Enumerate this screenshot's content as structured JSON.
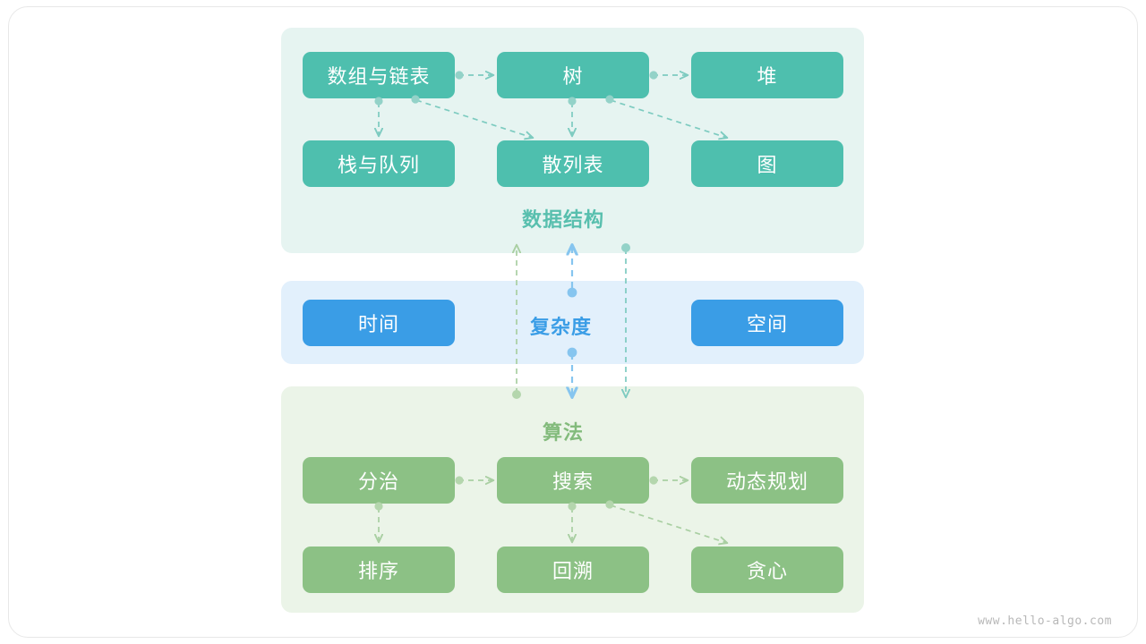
{
  "watermark": "www.hello-algo.com",
  "colors": {
    "teal_node": "#4ebfae",
    "blue_node": "#3a9de6",
    "green_node": "#8cc185",
    "teal_panel": "#e6f4f1",
    "blue_panel": "#e2f0fc",
    "green_panel": "#ebf4e8",
    "teal_title": "#58bfae",
    "blue_title": "#3a9de6",
    "green_title": "#83bb7c",
    "teal_edge": "#7dcbc0",
    "blue_edge": "#86c5ef",
    "green_edge": "#a9cfa2",
    "card_border": "#e8e8e8",
    "watermark_text": "#b8b8b8"
  },
  "sections": {
    "data_structure": {
      "title": "数据结构",
      "nodes": [
        {
          "id": "array-linkedlist",
          "label": "数组与链表"
        },
        {
          "id": "tree",
          "label": "树"
        },
        {
          "id": "heap",
          "label": "堆"
        },
        {
          "id": "stack-queue",
          "label": "栈与队列"
        },
        {
          "id": "hash-table",
          "label": "散列表"
        },
        {
          "id": "graph",
          "label": "图"
        }
      ]
    },
    "complexity": {
      "title": "复杂度",
      "nodes": [
        {
          "id": "time",
          "label": "时间"
        },
        {
          "id": "space",
          "label": "空间"
        }
      ]
    },
    "algorithm": {
      "title": "算法",
      "nodes": [
        {
          "id": "divide-conquer",
          "label": "分治"
        },
        {
          "id": "search",
          "label": "搜索"
        },
        {
          "id": "dynamic-programming",
          "label": "动态规划"
        },
        {
          "id": "sorting",
          "label": "排序"
        },
        {
          "id": "backtracking",
          "label": "回溯"
        },
        {
          "id": "greedy",
          "label": "贪心"
        }
      ]
    }
  },
  "edges": {
    "data_structure": [
      {
        "from": "数组与链表",
        "to": "树"
      },
      {
        "from": "树",
        "to": "堆"
      },
      {
        "from": "数组与链表",
        "to": "栈与队列"
      },
      {
        "from": "数组与链表",
        "to": "散列表"
      },
      {
        "from": "树",
        "to": "散列表"
      },
      {
        "from": "树",
        "to": "图"
      }
    ],
    "algorithm": [
      {
        "from": "分治",
        "to": "搜索"
      },
      {
        "from": "搜索",
        "to": "动态规划"
      },
      {
        "from": "分治",
        "to": "排序"
      },
      {
        "from": "搜索",
        "to": "回溯"
      },
      {
        "from": "搜索",
        "to": "贪心"
      }
    ],
    "cross_section": [
      {
        "from": "算法",
        "to": "数据结构",
        "direction": "up"
      },
      {
        "from": "复杂度",
        "to": "数据结构与算法",
        "direction": "both"
      },
      {
        "from": "数据结构",
        "to": "算法",
        "direction": "down"
      }
    ]
  }
}
